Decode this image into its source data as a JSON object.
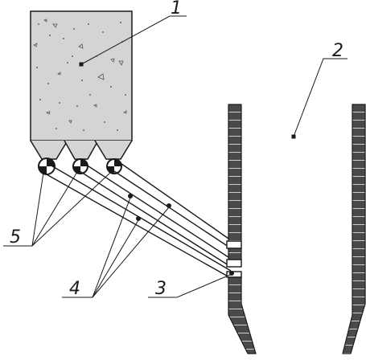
{
  "labels": {
    "l1": "1",
    "l2": "2",
    "l3": "3",
    "l4": "4",
    "l5": "5"
  },
  "colors": {
    "ink": "#1a1a1a",
    "hopper_fill": "#d4d4d4",
    "wall_fill": "#4a4a4a",
    "background": "#ffffff"
  }
}
